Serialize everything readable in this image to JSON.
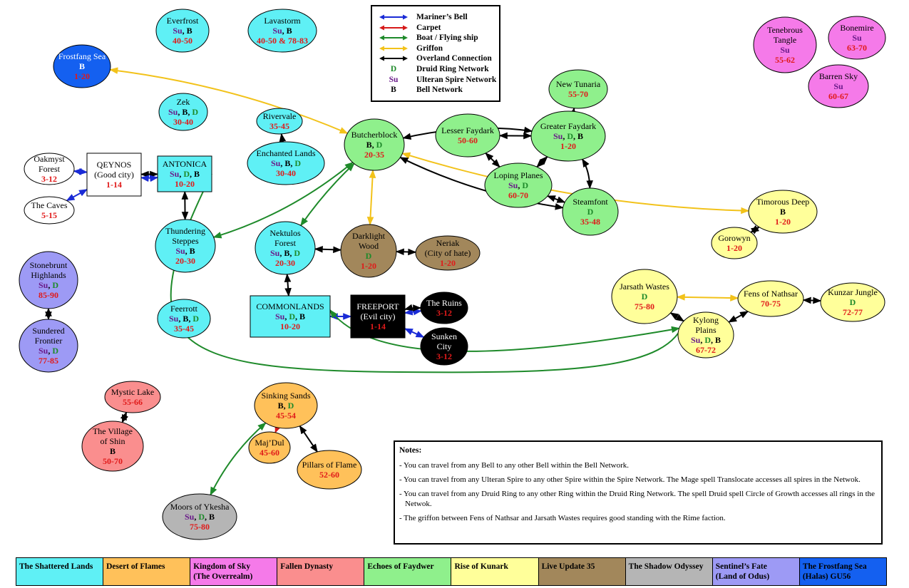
{
  "legend": {
    "items": [
      {
        "kind": "arrow",
        "color": "#1a2bd6",
        "label": "Mariner’s Bell"
      },
      {
        "kind": "arrow",
        "color": "#d61a1a",
        "label": "Carpet"
      },
      {
        "kind": "arrow",
        "color": "#1e8a2a",
        "label": "Boat / Flying ship"
      },
      {
        "kind": "arrow",
        "color": "#f2c21a",
        "label": "Griffon"
      },
      {
        "kind": "arrow",
        "color": "#000000",
        "label": "Overland Connection"
      },
      {
        "kind": "code",
        "code": "D",
        "color": "#1e8a2a",
        "label": "Druid Ring Network"
      },
      {
        "kind": "code",
        "code": "Su",
        "color": "#6a1b8a",
        "label": "Ulteran Spire Network"
      },
      {
        "kind": "code",
        "code": "B",
        "color": "#000000",
        "label": "Bell Network"
      }
    ]
  },
  "colors": {
    "shattered": "#5ff0f5",
    "flames": "#ffc15a",
    "sky": "#f57ae9",
    "dynasty": "#fa8e8e",
    "faydwer": "#8ff08c",
    "kunark": "#ffff9a",
    "lu35": "#a2875b",
    "shadow": "#b5b5b5",
    "sentinel": "#9d9af5",
    "frostfang": "#1460f0",
    "white": "#ffffff",
    "black": "#000000",
    "level": "#e01a1a",
    "druid": "#1e8a2a",
    "spire": "#6a1b8a",
    "bell": "#000000",
    "blue_arrow": "#1a2bd6",
    "red_arrow": "#d61a1a",
    "green_arrow": "#1e8a2a",
    "gold_arrow": "#f2c21a",
    "black_arrow": "#000000"
  },
  "zones": [
    {
      "id": "everfrost",
      "shape": "ellipse",
      "color": "shattered",
      "lines": [
        "Everfrost"
      ],
      "codes": [
        "Su",
        "B"
      ],
      "level": "40-50"
    },
    {
      "id": "lavastorm",
      "shape": "ellipse",
      "color": "shattered",
      "lines": [
        "Lavastorm"
      ],
      "codes": [
        "Su",
        "B"
      ],
      "level": "40-50 & 78-83"
    },
    {
      "id": "frostfang-sea",
      "shape": "ellipse",
      "color": "frostfang",
      "lines": [
        "Frostfang Sea"
      ],
      "codes": [
        "B"
      ],
      "level": "1-20"
    },
    {
      "id": "zek",
      "shape": "ellipse",
      "color": "shattered",
      "lines": [
        "Zek"
      ],
      "codes": [
        "Su",
        "B",
        "D"
      ],
      "level": "30-40"
    },
    {
      "id": "rivervale",
      "shape": "ellipse",
      "color": "shattered",
      "lines": [
        "Rivervale"
      ],
      "codes": [],
      "level": "35-45"
    },
    {
      "id": "enchanted-lands",
      "shape": "ellipse",
      "color": "shattered",
      "lines": [
        "Enchanted Lands"
      ],
      "codes": [
        "Su",
        "B",
        "D"
      ],
      "level": "30-40"
    },
    {
      "id": "oakmyst-forest",
      "shape": "ellipse",
      "color": "white",
      "lines": [
        "Oakmyst",
        "Forest"
      ],
      "codes": [],
      "level": "3-12"
    },
    {
      "id": "the-caves",
      "shape": "ellipse",
      "color": "white",
      "lines": [
        "The Caves"
      ],
      "codes": [],
      "level": "5-15"
    },
    {
      "id": "qeynos",
      "shape": "rect",
      "color": "white",
      "lines": [
        "QEYNOS",
        "(Good city)"
      ],
      "codes": [],
      "level": "1-14"
    },
    {
      "id": "antonica",
      "shape": "rect",
      "color": "shattered",
      "lines": [
        "ANTONICA"
      ],
      "codes": [
        "Su",
        "D",
        "B"
      ],
      "level": "10-20"
    },
    {
      "id": "thundering-steppes",
      "shape": "ellipse",
      "color": "shattered",
      "lines": [
        "Thundering",
        "Steppes"
      ],
      "codes": [
        "Su",
        "B"
      ],
      "level": "20-30"
    },
    {
      "id": "nektulos-forest",
      "shape": "ellipse",
      "color": "shattered",
      "lines": [
        "Nektulos",
        "Forest"
      ],
      "codes": [
        "Su",
        "B",
        "D"
      ],
      "level": "20-30"
    },
    {
      "id": "darklight-wood",
      "shape": "ellipse",
      "color": "lu35",
      "lines": [
        "Darklight",
        "Wood"
      ],
      "codes": [
        "D"
      ],
      "level": "1-20"
    },
    {
      "id": "neriak",
      "shape": "ellipse",
      "color": "lu35",
      "lines": [
        "Neriak",
        "(City of hate)"
      ],
      "codes": [],
      "level": "1-20"
    },
    {
      "id": "commonlands",
      "shape": "rect",
      "color": "shattered",
      "lines": [
        "COMMONLANDS"
      ],
      "codes": [
        "Su",
        "D",
        "B"
      ],
      "level": "10-20"
    },
    {
      "id": "freeport",
      "shape": "rect",
      "color": "black",
      "lines": [
        "FREEPORT",
        "(Evil city)"
      ],
      "codes": [],
      "level": "1-14"
    },
    {
      "id": "the-ruins",
      "shape": "ellipse",
      "color": "black",
      "lines": [
        "The Ruins"
      ],
      "codes": [],
      "level": "3-12"
    },
    {
      "id": "sunken-city",
      "shape": "ellipse",
      "color": "black",
      "lines": [
        "Sunken",
        "City"
      ],
      "codes": [],
      "level": "3-12"
    },
    {
      "id": "feerrott",
      "shape": "ellipse",
      "color": "shattered",
      "lines": [
        "Feerrott"
      ],
      "codes": [
        "Su",
        "B",
        "D"
      ],
      "level": "35-45"
    },
    {
      "id": "stonebrunt-highlands",
      "shape": "ellipse",
      "color": "sentinel",
      "lines": [
        "Stonebrunt",
        "Highlands"
      ],
      "codes": [
        "Su",
        "D"
      ],
      "level": "85-90"
    },
    {
      "id": "sundered-frontier",
      "shape": "ellipse",
      "color": "sentinel",
      "lines": [
        "Sundered",
        "Frontier"
      ],
      "codes": [
        "Su",
        "D"
      ],
      "level": "77-85"
    },
    {
      "id": "butcherblock",
      "shape": "ellipse",
      "color": "faydwer",
      "lines": [
        "Butcherblock"
      ],
      "codes": [
        "B",
        "D"
      ],
      "level": "20-35"
    },
    {
      "id": "lesser-faydark",
      "shape": "ellipse",
      "color": "faydwer",
      "lines": [
        "Lesser Faydark"
      ],
      "codes": [],
      "level": "50-60"
    },
    {
      "id": "greater-faydark",
      "shape": "ellipse",
      "color": "faydwer",
      "lines": [
        "Greater Faydark"
      ],
      "codes": [
        "Su",
        "D",
        "B"
      ],
      "level": "1-20"
    },
    {
      "id": "new-tunaria",
      "shape": "ellipse",
      "color": "faydwer",
      "lines": [
        "New Tunaria"
      ],
      "codes": [],
      "level": "55-70"
    },
    {
      "id": "loping-planes",
      "shape": "ellipse",
      "color": "faydwer",
      "lines": [
        "Loping Planes"
      ],
      "codes": [
        "Su",
        "D"
      ],
      "level": "60-70"
    },
    {
      "id": "steamfont",
      "shape": "ellipse",
      "color": "faydwer",
      "lines": [
        "Steamfont"
      ],
      "codes": [
        "D"
      ],
      "level": "35-48"
    },
    {
      "id": "tenebrous-tangle",
      "shape": "ellipse",
      "color": "sky",
      "lines": [
        "Tenebrous",
        "Tangle"
      ],
      "codes": [
        "Su"
      ],
      "level": "55-62"
    },
    {
      "id": "bonemire",
      "shape": "ellipse",
      "color": "sky",
      "lines": [
        "Bonemire"
      ],
      "codes": [
        "Su"
      ],
      "level": "63-70"
    },
    {
      "id": "barren-sky",
      "shape": "ellipse",
      "color": "sky",
      "lines": [
        "Barren Sky"
      ],
      "codes": [
        "Su"
      ],
      "level": "60-67"
    },
    {
      "id": "timorous-deep",
      "shape": "ellipse",
      "color": "kunark",
      "lines": [
        "Timorous Deep"
      ],
      "codes": [
        "B"
      ],
      "level": "1-20"
    },
    {
      "id": "gorowyn",
      "shape": "ellipse",
      "color": "kunark",
      "lines": [
        "Gorowyn"
      ],
      "codes": [],
      "level": "1-20"
    },
    {
      "id": "jarsath-wastes",
      "shape": "ellipse",
      "color": "kunark",
      "lines": [
        "Jarsath Wastes"
      ],
      "codes": [
        "D"
      ],
      "level": "75-80"
    },
    {
      "id": "fens-of-nathsar",
      "shape": "ellipse",
      "color": "kunark",
      "lines": [
        "Fens of Nathsar"
      ],
      "codes": [],
      "level": "70-75"
    },
    {
      "id": "kunzar-jungle",
      "shape": "ellipse",
      "color": "kunark",
      "lines": [
        "Kunzar Jungle"
      ],
      "codes": [
        "D"
      ],
      "level": "72-77"
    },
    {
      "id": "kylong-plains",
      "shape": "ellipse",
      "color": "kunark",
      "lines": [
        "Kylong",
        "Plains"
      ],
      "codes": [
        "Su",
        "D",
        "B"
      ],
      "level": "67-72"
    },
    {
      "id": "mystic-lake",
      "shape": "ellipse",
      "color": "dynasty",
      "lines": [
        "Mystic Lake"
      ],
      "codes": [],
      "level": "55-66"
    },
    {
      "id": "village-of-shin",
      "shape": "ellipse",
      "color": "dynasty",
      "lines": [
        "The Village",
        "of Shin"
      ],
      "codes": [
        "B"
      ],
      "level": "50-70"
    },
    {
      "id": "sinking-sands",
      "shape": "ellipse",
      "color": "flames",
      "lines": [
        "Sinking Sands"
      ],
      "codes": [
        "B",
        "D"
      ],
      "level": "45-54"
    },
    {
      "id": "maj-dul",
      "shape": "ellipse",
      "color": "flames",
      "lines": [
        "Maj’Dul"
      ],
      "codes": [],
      "level": "45-60"
    },
    {
      "id": "pillars-of-flame",
      "shape": "ellipse",
      "color": "flames",
      "lines": [
        "Pillars of Flame"
      ],
      "codes": [],
      "level": "52-60"
    },
    {
      "id": "moors-of-ykesha",
      "shape": "ellipse",
      "color": "shadow",
      "lines": [
        "Moors of Ykesha"
      ],
      "codes": [
        "Su",
        "D",
        "B"
      ],
      "level": "75-80"
    }
  ],
  "connections": [
    {
      "from": "oakmyst-forest",
      "to": "qeynos",
      "kind": "blue_arrow"
    },
    {
      "from": "the-caves",
      "to": "qeynos",
      "kind": "blue_arrow"
    },
    {
      "from": "qeynos",
      "to": "antonica",
      "kind": "black_arrow"
    },
    {
      "from": "qeynos",
      "to": "antonica",
      "kind": "blue_arrow"
    },
    {
      "from": "antonica",
      "to": "thundering-steppes",
      "kind": "black_arrow"
    },
    {
      "from": "rivervale",
      "to": "enchanted-lands",
      "kind": "black_arrow"
    },
    {
      "from": "nektulos-forest",
      "to": "darklight-wood",
      "kind": "black_arrow"
    },
    {
      "from": "darklight-wood",
      "to": "neriak",
      "kind": "black_arrow"
    },
    {
      "from": "nektulos-forest",
      "to": "commonlands",
      "kind": "black_arrow"
    },
    {
      "from": "commonlands",
      "to": "freeport",
      "kind": "blue_arrow"
    },
    {
      "from": "freeport",
      "to": "the-ruins",
      "kind": "blue_arrow"
    },
    {
      "from": "freeport",
      "to": "the-ruins",
      "kind": "black_arrow"
    },
    {
      "from": "freeport",
      "to": "sunken-city",
      "kind": "blue_arrow"
    },
    {
      "from": "stonebrunt-highlands",
      "to": "sundered-frontier",
      "kind": "black_arrow"
    },
    {
      "from": "frostfang-sea",
      "to": "butcherblock",
      "kind": "gold_arrow"
    },
    {
      "from": "butcherblock",
      "to": "darklight-wood",
      "kind": "gold_arrow"
    },
    {
      "from": "butcherblock",
      "to": "timorous-deep",
      "kind": "gold_arrow"
    },
    {
      "from": "thundering-steppes",
      "to": "butcherblock",
      "kind": "green_arrow"
    },
    {
      "from": "nektulos-forest",
      "to": "butcherblock",
      "kind": "green_arrow"
    },
    {
      "from": "butcherblock",
      "to": "greater-faydark",
      "kind": "black_arrow"
    },
    {
      "from": "lesser-faydark",
      "to": "greater-faydark",
      "kind": "black_arrow"
    },
    {
      "from": "lesser-faydark",
      "to": "loping-planes",
      "kind": "black_arrow"
    },
    {
      "from": "loping-planes",
      "to": "greater-faydark",
      "kind": "black_arrow"
    },
    {
      "from": "loping-planes",
      "to": "steamfont",
      "kind": "black_arrow"
    },
    {
      "from": "greater-faydark",
      "to": "new-tunaria",
      "kind": "black_arrow"
    },
    {
      "from": "greater-faydark",
      "to": "steamfont",
      "kind": "black_arrow"
    },
    {
      "from": "butcherblock",
      "to": "steamfont",
      "kind": "black_arrow"
    },
    {
      "from": "gorowyn",
      "to": "timorous-deep",
      "kind": "black_arrow"
    },
    {
      "from": "jarsath-wastes",
      "to": "fens-of-nathsar",
      "kind": "gold_arrow"
    },
    {
      "from": "fens-of-nathsar",
      "to": "kunzar-jungle",
      "kind": "black_arrow"
    },
    {
      "from": "kylong-plains",
      "to": "fens-of-nathsar",
      "kind": "black_arrow"
    },
    {
      "from": "jarsath-wastes",
      "to": "kylong-plains",
      "kind": "black_arrow"
    },
    {
      "from": "antonica",
      "to": "kylong-plains",
      "kind": "green_arrow"
    },
    {
      "from": "commonlands",
      "to": "kylong-plains",
      "kind": "green_arrow"
    },
    {
      "from": "mystic-lake",
      "to": "village-of-shin",
      "kind": "black_arrow"
    },
    {
      "from": "sinking-sands",
      "to": "maj-dul",
      "kind": "red_arrow"
    },
    {
      "from": "sinking-sands",
      "to": "pillars-of-flame",
      "kind": "black_arrow"
    },
    {
      "from": "moors-of-ykesha",
      "to": "sinking-sands",
      "kind": "green_arrow"
    }
  ],
  "notes": {
    "title": "Notes:",
    "lines": [
      "You can travel from any Bell to any other Bell within the Bell Network.",
      "You can travel from any Ulteran Spire to any other Spire within the Spire Network.  The Mage spell Translocate accesses all spires in the Netwok.",
      "You can travel from any Druid Ring to any other Ring within the Druid Ring Network.  The  spell Druid spell Circle of Growth accesses all rings in the Netwok.",
      "The griffon between Fens of Nathsar and Jarsath Wastes requires good standing with the Rime faction."
    ]
  },
  "expansions": [
    {
      "color": "shattered",
      "label": "The Shattered Lands",
      "text_color": "#000000"
    },
    {
      "color": "flames",
      "label": "Desert of Flames",
      "text_color": "#000000"
    },
    {
      "color": "sky",
      "label": "Kingdom of Sky\n(The Overrealm)",
      "text_color": "#000000"
    },
    {
      "color": "dynasty",
      "label": "Fallen Dynasty",
      "text_color": "#000000"
    },
    {
      "color": "faydwer",
      "label": "Echoes of Faydwer",
      "text_color": "#000000"
    },
    {
      "color": "kunark",
      "label": "Rise of Kunark",
      "text_color": "#000000"
    },
    {
      "color": "lu35",
      "label": "Live Update 35",
      "text_color": "#000000"
    },
    {
      "color": "shadow",
      "label": "The Shadow Odyssey",
      "text_color": "#000000"
    },
    {
      "color": "sentinel",
      "label": "Sentinel’s Fate\n(Land of Odus)",
      "text_color": "#000000"
    },
    {
      "color": "frostfang",
      "label": "The Frostfang Sea\n(Halas) GU56",
      "text_color": "#000000"
    }
  ]
}
